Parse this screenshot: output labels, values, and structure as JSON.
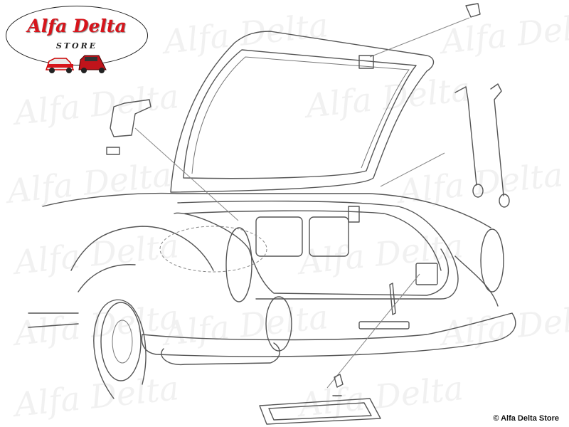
{
  "logo": {
    "brand": "Alfa Delta",
    "subtitle": "STORE"
  },
  "watermark": "Alfa Delta",
  "copyright": "© Alfa Delta Store",
  "colors": {
    "brand_red": "#d7141b",
    "line": "#555555",
    "watermark": "#f1f1f1"
  }
}
